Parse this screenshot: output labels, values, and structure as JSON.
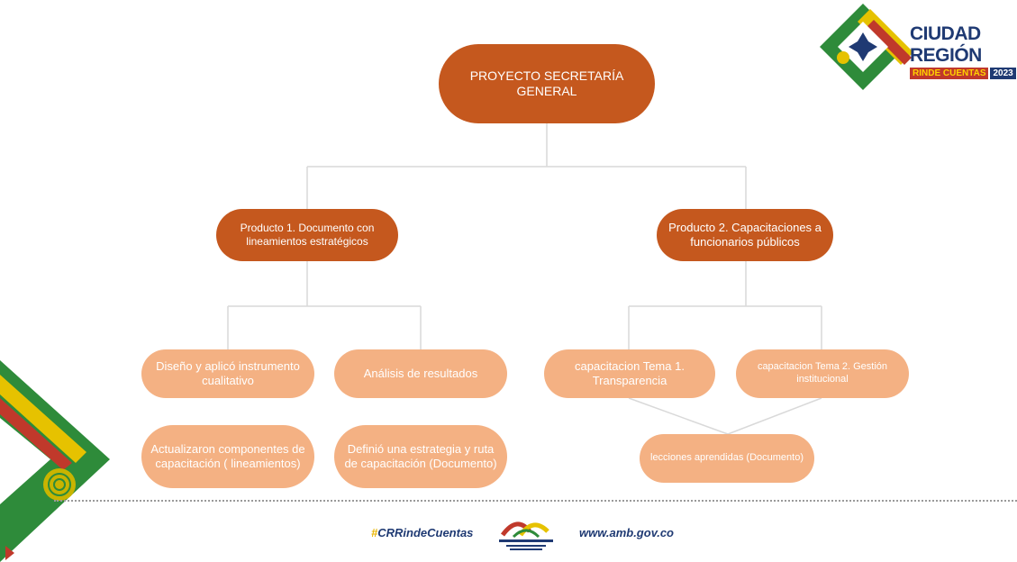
{
  "header": {
    "brand_title": "CIUDAD REGIÓN",
    "brand_subtitle": "RINDE CUENTAS",
    "brand_year": "2023"
  },
  "diagram": {
    "root": "PROYECTO SECRETARÍA GENERAL",
    "products": [
      {
        "label": "Producto 1. Documento con lineamientos estratégicos",
        "activities": [
          "Diseño y aplicó instrumento cualitativo",
          "Análisis de resultados",
          "Actualizaron componentes de capacitación ( lineamientos)",
          "Definió una estrategia y ruta de capacitación (Documento)"
        ]
      },
      {
        "label": "Producto 2. Capacitaciones a funcionarios públicos",
        "activities": [
          "capacitacion Tema 1. Transparencia",
          "capacitacion Tema 2. Gestión institucional",
          "lecciones aprendidas (Documento)"
        ]
      }
    ]
  },
  "footer": {
    "hashtag_prefix": "#",
    "hashtag": "CRRindeCuentas",
    "website": "www.amb.gov.co"
  },
  "colors": {
    "dark_node": "#c5581e",
    "light_node": "#f4b183",
    "connector": "#d9d9d9"
  }
}
